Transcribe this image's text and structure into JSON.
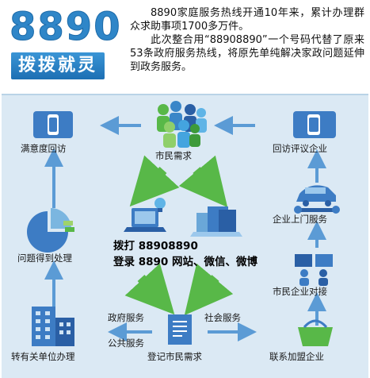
{
  "header": {
    "number": "8890",
    "slogan": "拨拨就灵",
    "intro_p1": "8890家庭服务热线开通10年来，累计办理群众求助事项1700多万件。",
    "intro_p2": "此次整合用“88908890”一个号码代替了原来53条政府服务热线，将原先单纯解决家政问题延伸到政务服务。"
  },
  "nodes": {
    "citizen_demand": "市民需求",
    "satisfaction": "满意度回访",
    "callback_review": "回访评议企业",
    "onsite_service": "企业上门服务",
    "problem_resolved": "问题得到处理",
    "citizen_enterprise": "市民企业对接",
    "transfer_unit": "转有关单位办理",
    "register_demand": "登记市民需求",
    "franchise": "联系加盟企业"
  },
  "center": {
    "dial": "拨打 88908890",
    "login": "登录 8890 网站、微信、微博"
  },
  "branches": {
    "gov_service": "政府服务",
    "public_service": "公共服务",
    "social_service": "社会服务"
  },
  "colors": {
    "brand_blue": "#2f86c8",
    "panel": "#dbe9f4",
    "arrow_blue": "#5b9bd5",
    "arrow_green": "#58b848"
  }
}
